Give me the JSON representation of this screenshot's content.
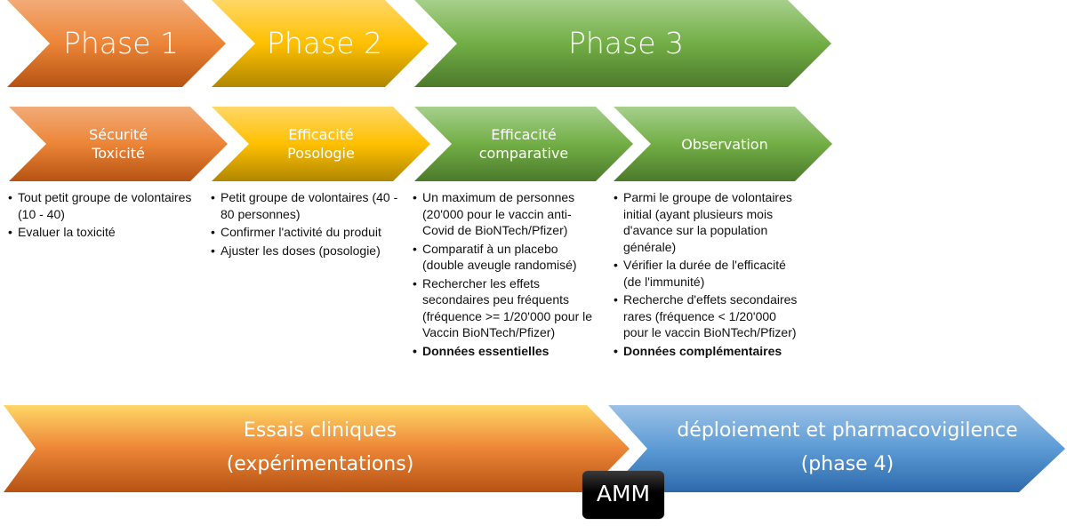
{
  "colors": {
    "orange_top": "#F2AB78",
    "orange_mid": "#EC8537",
    "orange_bottom": "#B65313",
    "yellow_top": "#FFD766",
    "yellow_mid": "#FFC000",
    "yellow_bottom": "#B08700",
    "green_top": "#A6D08C",
    "green_mid": "#72AE45",
    "green_bottom": "#4C7A2C",
    "blue_top": "#9CC1E6",
    "blue_mid": "#5B9BD5",
    "blue_bottom": "#2E6AAB",
    "amm_bg": "#000000"
  },
  "phases": [
    {
      "label": "Phase 1"
    },
    {
      "label": "Phase 2"
    },
    {
      "label": "Phase 3"
    }
  ],
  "stages": [
    {
      "title_lines": [
        "Sécurité",
        "Toxicité"
      ],
      "items": [
        {
          "text": "Tout petit groupe de volontaires (10 - 40)"
        },
        {
          "text": "Evaluer la toxicité"
        }
      ]
    },
    {
      "title_lines": [
        "Efficacité",
        "Posologie"
      ],
      "items": [
        {
          "text": "Petit groupe de volontaires (40 - 80 personnes)"
        },
        {
          "text": "Confirmer l'activité du produit"
        },
        {
          "text": "Ajuster les doses (posologie)"
        }
      ]
    },
    {
      "title_lines": [
        "Efficacité",
        "comparative"
      ],
      "items": [
        {
          "text": "Un maximum de personnes (20'000 pour le vaccin anti-Covid de BioNTech/Pfizer)"
        },
        {
          "text": "Comparatif à un placebo (double aveugle randomisé)"
        },
        {
          "text": "Rechercher les effets secondaires peu fréquents (fréquence >= 1/20'000 pour le Vaccin BioNTech/Pfizer)"
        },
        {
          "text": "Données essentielles",
          "bold": true
        }
      ]
    },
    {
      "title_lines": [
        "Observation"
      ],
      "items": [
        {
          "text": "Parmi le groupe de volontaires initial (ayant plusieurs mois d'avance sur la population générale)"
        },
        {
          "text": "Vérifier la durée de l'efficacité (de l'immunité)"
        },
        {
          "text": "Recherche d'effets secondaires rares (fréquence < 1/20'000 pour le vaccin BioNTech/Pfizer)"
        },
        {
          "text": "Données complémentaires",
          "bold": true
        }
      ]
    }
  ],
  "bottom": {
    "trials_lines": [
      "Essais cliniques",
      "(expérimentations)"
    ],
    "deployment_lines": [
      "déploiement et pharmacovigilence",
      "(phase 4)"
    ],
    "milestone": "AMM"
  }
}
